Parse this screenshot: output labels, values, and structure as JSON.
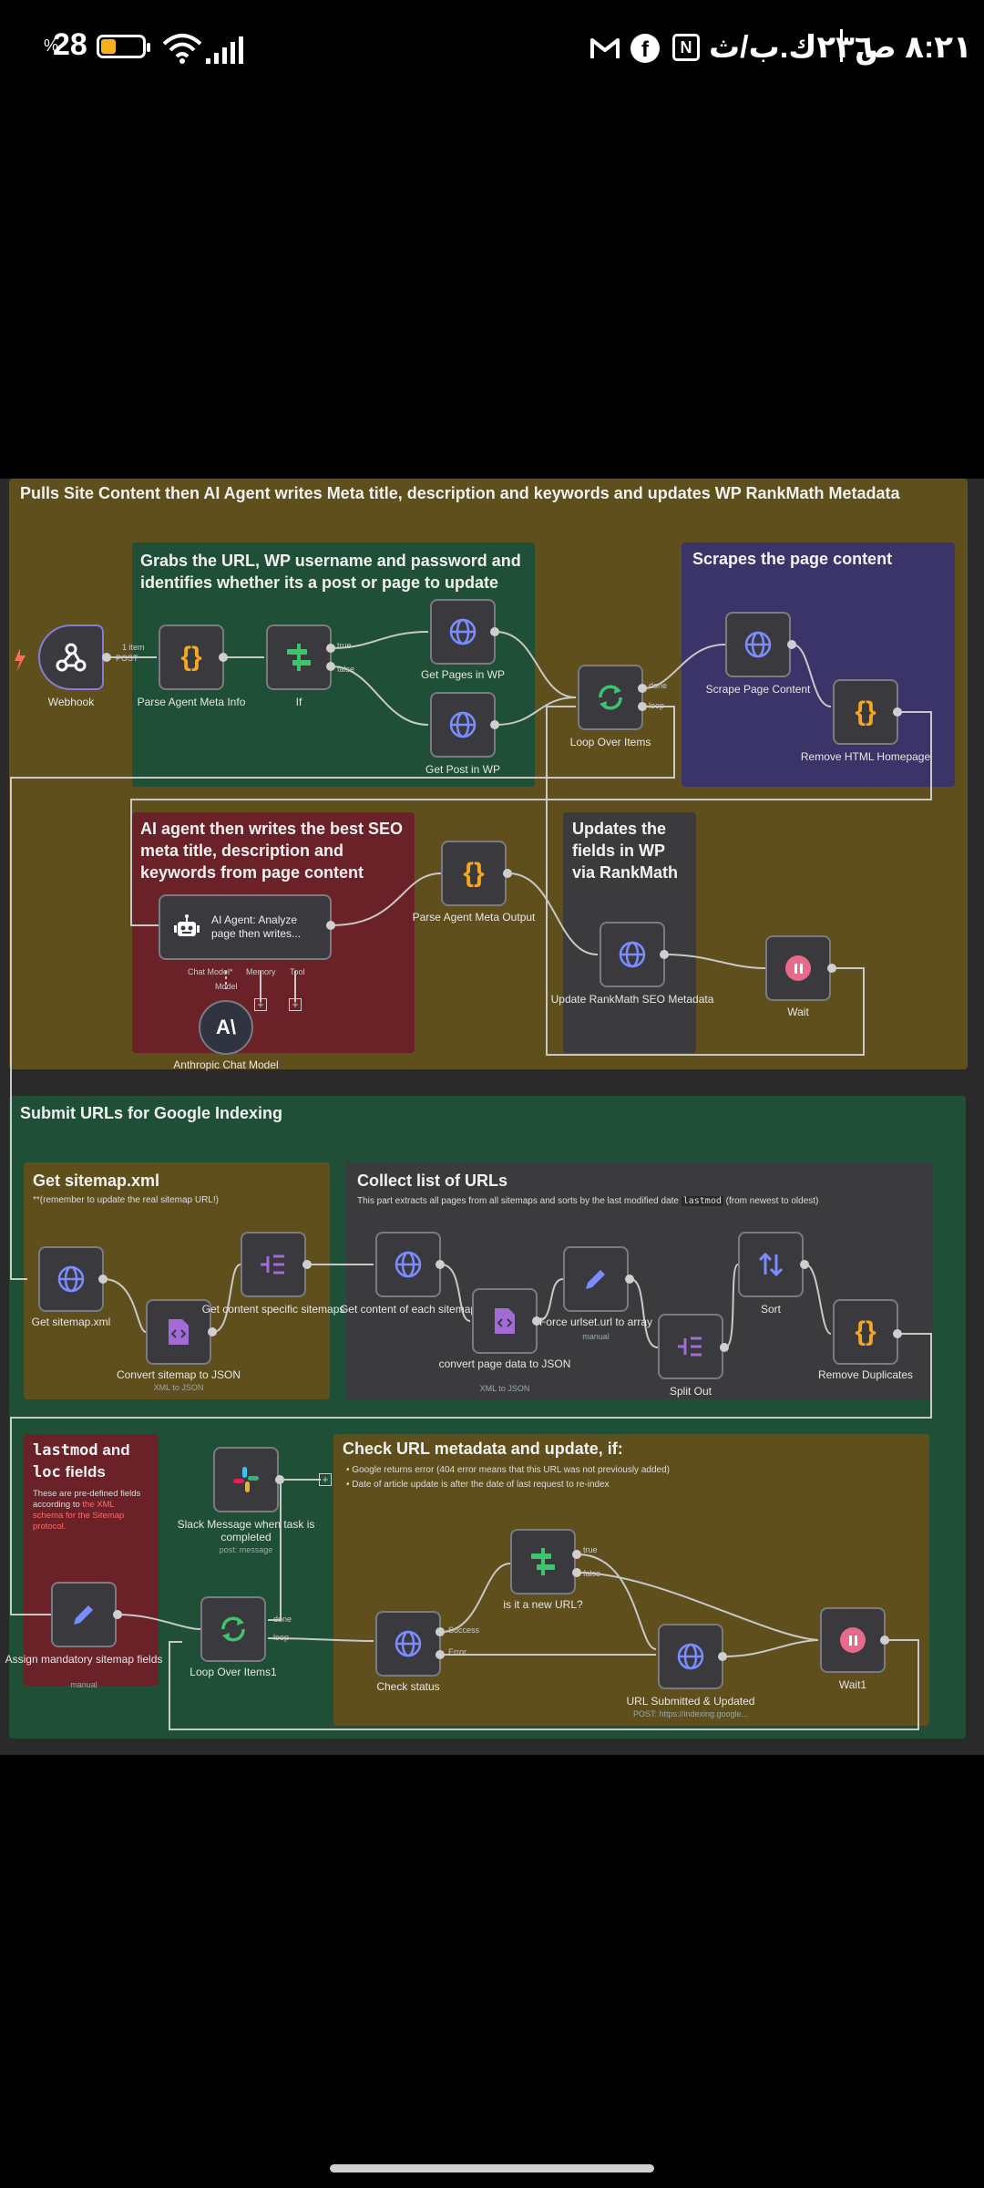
{
  "status_bar": {
    "battery": "28",
    "time": "٨:٢١ ص",
    "date": "٢٣٦ك.ب/ث"
  },
  "colors": {
    "panel_olive": "#5e4f1c",
    "panel_green": "#1f4f36",
    "panel_purple": "#3a3468",
    "panel_red": "#6a2128",
    "panel_gray": "#3b3b3d",
    "accent_orange": "#f5a623",
    "accent_pink": "#e86a8a"
  },
  "workflow1": {
    "title": "Pulls Site Content then AI Agent writes Meta title, description and keywords and updates WP RankMath Metadata",
    "grab_group_title": "Grabs the URL, WP username and password and identifies whether its a post or page to update",
    "scrape_group_title": "Scrapes the page content",
    "ai_group_title": "AI agent then writes the best SEO meta title, description and keywords from page content",
    "update_group_title": "Updates the fields in WP via RankMath",
    "nodes": {
      "webhook": "Webhook",
      "parse_info": "Parse Agent Meta Info",
      "if": "If",
      "get_pages": "Get Pages in WP",
      "get_post": "Get Post in WP",
      "loop": "Loop Over Items",
      "scrape": "Scrape Page Content",
      "remove_html": "Remove HTML Homepage",
      "ai_agent": "AI Agent: Analyze page then writes...",
      "parse_output": "Parse Agent Meta Output",
      "update_rankmath": "Update RankMath SEO Metadata",
      "wait": "Wait",
      "anthropic": "Anthropic Chat Model"
    },
    "edge_labels": {
      "one_item": "1 item",
      "post": "POST",
      "true": "true",
      "false": "false",
      "done": "done",
      "loop": "loop",
      "chat_model": "Chat Model*",
      "memory": "Memory",
      "tool": "Tool",
      "model": "Model"
    }
  },
  "workflow2": {
    "title": "Submit URLs for Google Indexing",
    "sitemap_group_title": "Get sitemap.xml",
    "sitemap_group_note": "**(remember to update the real sitemap URL!)",
    "collect_group_title": "Collect list of URLs",
    "collect_group_note_pre": "This part extracts all pages from all sitemaps and sorts by the last modified date ",
    "collect_group_code": "lastmod",
    "collect_group_note_post": " (from newest to oldest)",
    "lastmod_title_code1": "lastmod",
    "lastmod_title_and": " and",
    "lastmod_title_code2": "loc",
    "lastmod_title_fields": " fields",
    "lastmod_note_pre": "These are pre-defined fields according to ",
    "lastmod_note_link": "the XML schema for the Sitemap protocol.",
    "check_group_title": "Check URL metadata and update, if:",
    "check_bullet1": "Google returns error (404 error means that this URL was not previously added)",
    "check_bullet2": "Date of article update is after the date of last request to re-index",
    "nodes": {
      "get_sitemap": "Get sitemap.xml",
      "convert_sitemap": "Convert sitemap to JSON",
      "convert_sitemap_sub": "XML to JSON",
      "get_specific": "Get content specific sitemaps",
      "get_each": "Get content of each sitemap",
      "convert_page": "convert page data to JSON",
      "convert_page_sub": "XML to JSON",
      "force_urlset": "Force urlset.url to array",
      "force_sub": "manual",
      "split_out": "Split Out",
      "sort": "Sort",
      "remove_dupes": "Remove Duplicates",
      "assign": "Assign mandatory sitemap fields",
      "assign_sub": "manual",
      "slack": "Slack Message when task is completed",
      "slack_sub": "post: message",
      "loop1": "Loop Over Items1",
      "check_status": "Check status",
      "is_new": "is it a new URL?",
      "url_submitted": "URL Submitted & Updated",
      "url_submitted_sub": "POST: https://indexing.google...",
      "wait1": "Wait1"
    },
    "edge_labels": {
      "done": "done",
      "loop": "loop",
      "true": "true",
      "false": "false",
      "success": "Success",
      "error": "Error"
    }
  }
}
